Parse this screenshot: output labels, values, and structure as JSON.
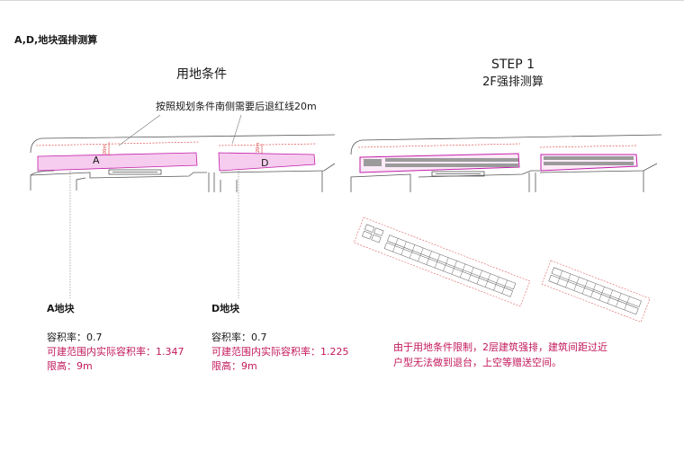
{
  "page_title": "A,D,地块强排测算",
  "left_panel": {
    "heading": "用地条件",
    "setback_note": "按照规划条件南侧需要后退红线20m",
    "dim_label": "20m",
    "plot_a_label": "A",
    "plot_d_label": "D"
  },
  "right_panel": {
    "step": "STEP 1",
    "subtitle": "2F强排测算"
  },
  "plot_a_info": {
    "name": "A地块",
    "far": "容积率：0.7",
    "actual_far": "可建范围内实际容积率：1.347",
    "height_limit": "限高：9m"
  },
  "plot_d_info": {
    "name": "D地块",
    "far": "容积率：0.7",
    "actual_far": "可建范围内实际容积率：1.225",
    "height_limit": "限高：9m"
  },
  "conclusion": {
    "line1": "由于用地条件限制，2层建筑强排，建筑间距过近",
    "line2": "户型无法做到退台，上空等赠送空间。"
  },
  "colors": {
    "plot_fill": "#f6cdef",
    "plot_edge": "#c21ea8",
    "red_text": "#c2185b",
    "building": "#9b9b9b"
  }
}
